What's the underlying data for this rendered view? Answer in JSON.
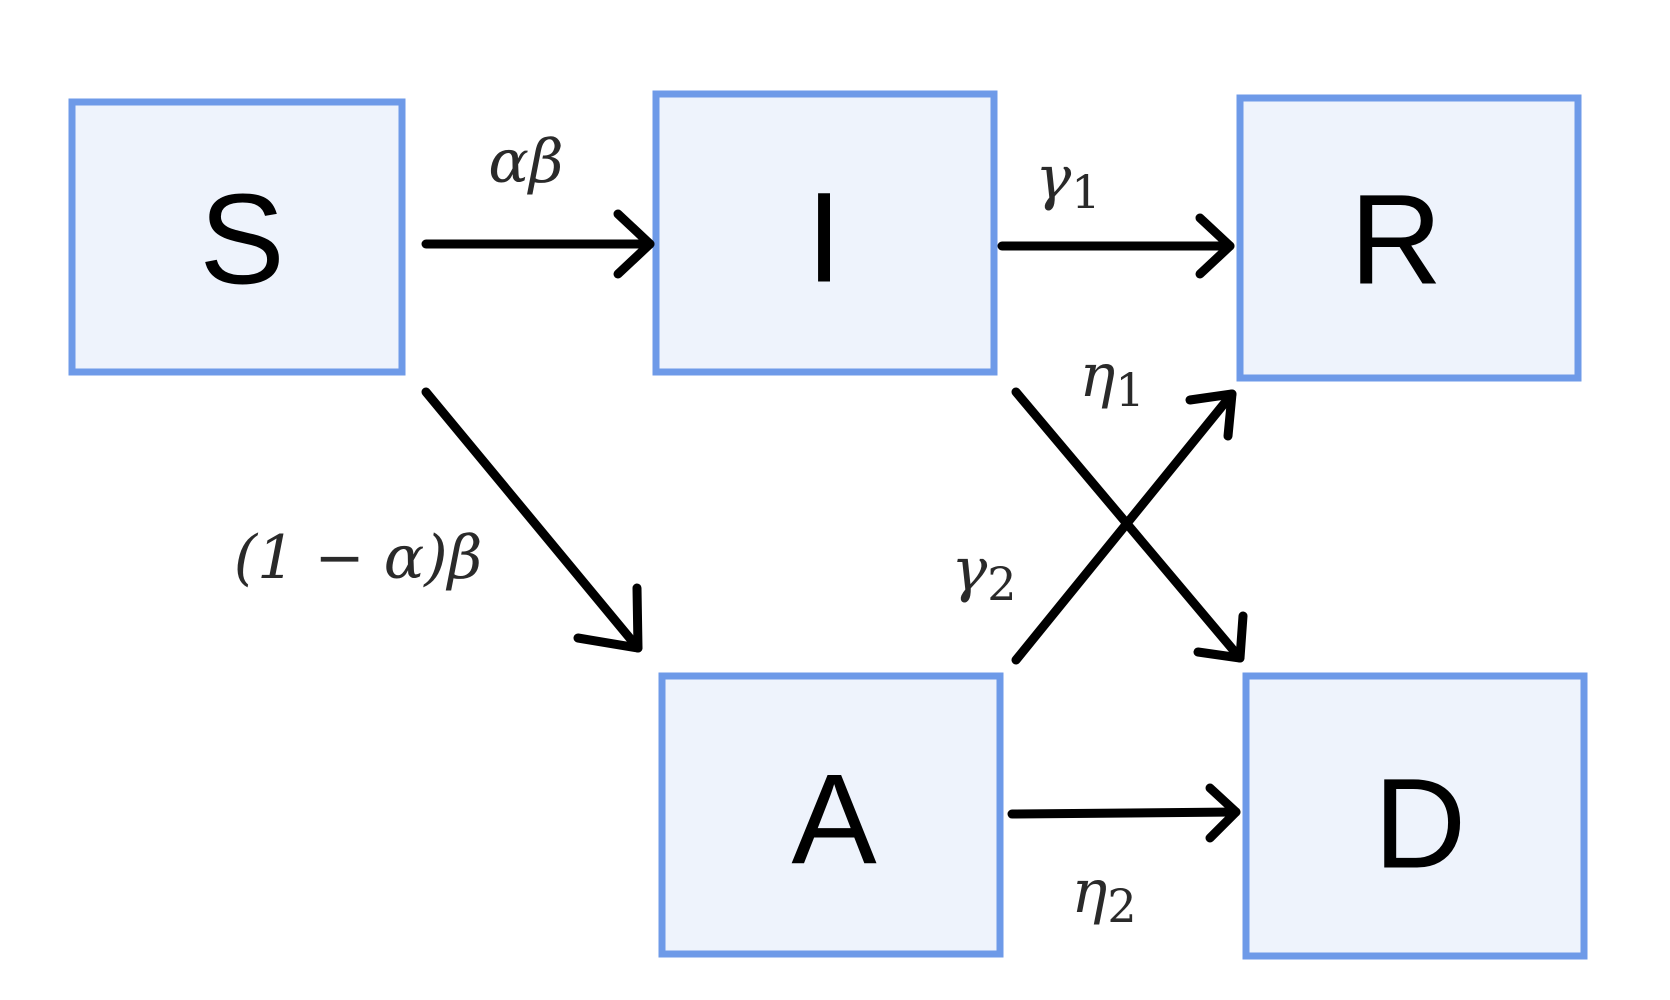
{
  "nodes": {
    "s": "S",
    "i": "I",
    "r": "R",
    "a": "A",
    "d": "D"
  },
  "edges": {
    "s_to_i": {
      "from": "S",
      "to": "I",
      "rate": "αβ"
    },
    "s_to_a": {
      "from": "S",
      "to": "A",
      "rate": "(1 − α)β"
    },
    "i_to_r": {
      "from": "I",
      "to": "R",
      "rate": "γ1"
    },
    "i_to_d": {
      "from": "I",
      "to": "D",
      "rate": "η1"
    },
    "a_to_r": {
      "from": "A",
      "to": "R",
      "rate": "γ2"
    },
    "a_to_d": {
      "from": "A",
      "to": "D",
      "rate": "η2"
    }
  },
  "colors": {
    "box_fill": "#eef3fc",
    "box_border": "#6e9ae8",
    "arrow": "#000000",
    "rate_text": "#2a2a2a"
  }
}
